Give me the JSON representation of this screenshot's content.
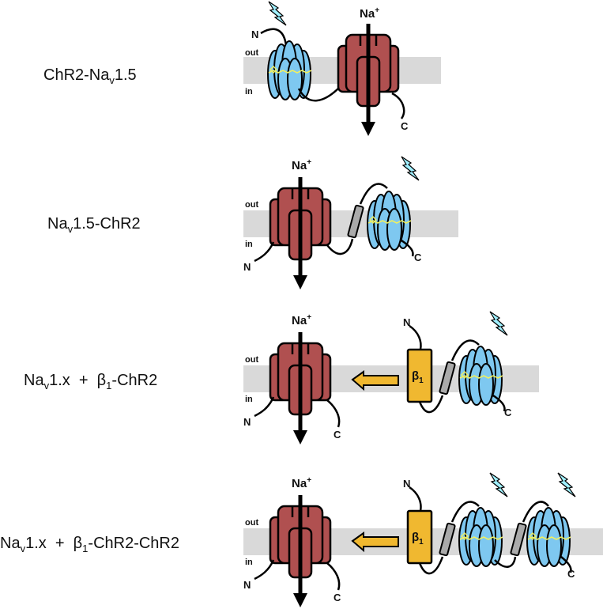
{
  "rows": [
    {
      "label_parts": {
        "a": "ChR2-Na",
        "sub": "v",
        "b": "1.5"
      },
      "out": "out",
      "in": "in",
      "ion": "Na",
      "ion_charge": "+",
      "n_term": "N",
      "c_term": "C"
    },
    {
      "label_parts": {
        "a": "Na",
        "sub": "v",
        "b": "1.5-ChR2"
      },
      "out": "out",
      "in": "in",
      "ion": "Na",
      "ion_charge": "+",
      "n_term": "N",
      "c_term": "C"
    },
    {
      "label_parts": {
        "a": "Na",
        "sub": "v",
        "b": "1.x  +  β",
        "sub2": "1",
        "c": "-ChR2"
      },
      "out": "out",
      "in": "in",
      "ion": "Na",
      "ion_charge": "+",
      "n_term": "N",
      "c_term": "C",
      "beta_n": "N",
      "beta_c": "C",
      "beta_label": "β",
      "beta_sub": "1"
    },
    {
      "label_parts": {
        "a": "Na",
        "sub": "v",
        "b": "1.x  +  β",
        "sub2": "1",
        "c": "-ChR2-ChR2"
      },
      "out": "out",
      "in": "in",
      "ion": "Na",
      "ion_charge": "+",
      "n_term": "N",
      "c_term": "C",
      "beta_n": "N",
      "beta_c": "C",
      "beta_label": "β",
      "beta_sub": "1"
    }
  ],
  "colors": {
    "membrane": "#d9d9d9",
    "channel": "#b05050",
    "chr2": "#7ec8f0",
    "beta": "#f0b830",
    "tm_helix": "#aaaaaa",
    "retinal": "#f0f060",
    "lightning": "#a0f0ff"
  },
  "icons": [
    "lightning-icon",
    "arrow-down-icon",
    "arrow-left-icon"
  ]
}
